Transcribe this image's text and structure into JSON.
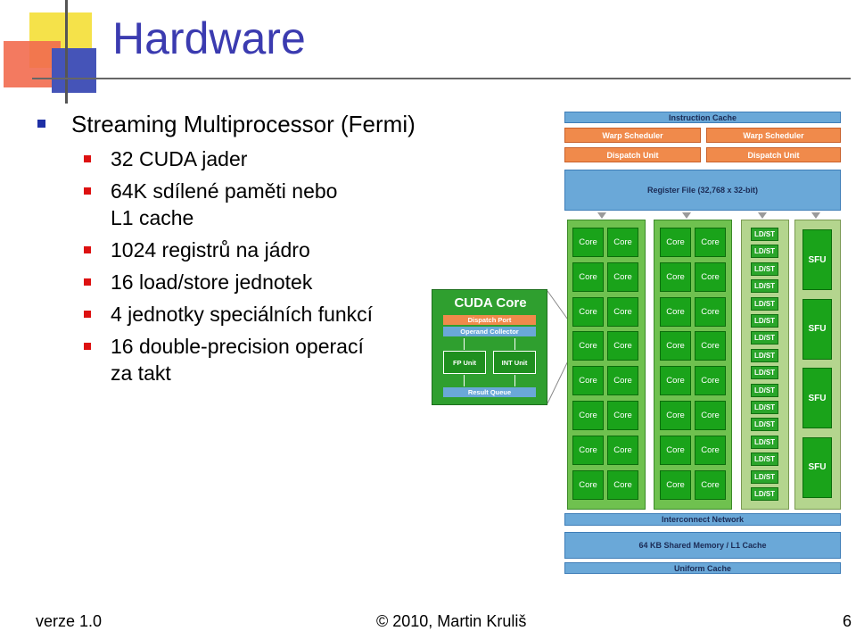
{
  "title": "Hardware",
  "bullets": {
    "main": "Streaming Multiprocessor (Fermi)",
    "sub": [
      "32 CUDA jader",
      "64K sdílené paměti nebo",
      "L1 cache",
      "1024 registrů na jádro",
      "16 load/store jednotek",
      "4 jednotky speciálních funkcí",
      "16 double-precision operací",
      "za takt"
    ]
  },
  "footer": {
    "version": "verze 1.0",
    "copyright": "© 2010, Martin Kruliš",
    "page": "6"
  },
  "diagram": {
    "instruction_cache": "Instruction Cache",
    "warp_scheduler": "Warp Scheduler",
    "dispatch_unit": "Dispatch Unit",
    "register_file": "Register File (32,768 x 32-bit)",
    "core_label": "Core",
    "ldst_label": "LD/ST",
    "sfu_label": "SFU",
    "interconnect": "Interconnect Network",
    "shared_memory": "64 KB Shared Memory / L1 Cache",
    "uniform_cache": "Uniform Cache",
    "core_rows": 8,
    "ldst_count": 16,
    "sfu_count": 4,
    "colors": {
      "blue": "#6aa8d8",
      "orange": "#f08a4b",
      "green": "#1aa31a",
      "light_green": "#b4d58e",
      "title": "#3b3bb0"
    }
  },
  "cuda_core": {
    "title": "CUDA Core",
    "dispatch_port": "Dispatch Port",
    "operand_collector": "Operand Collector",
    "fp_unit": "FP Unit",
    "int_unit": "INT Unit",
    "result_queue": "Result Queue"
  }
}
